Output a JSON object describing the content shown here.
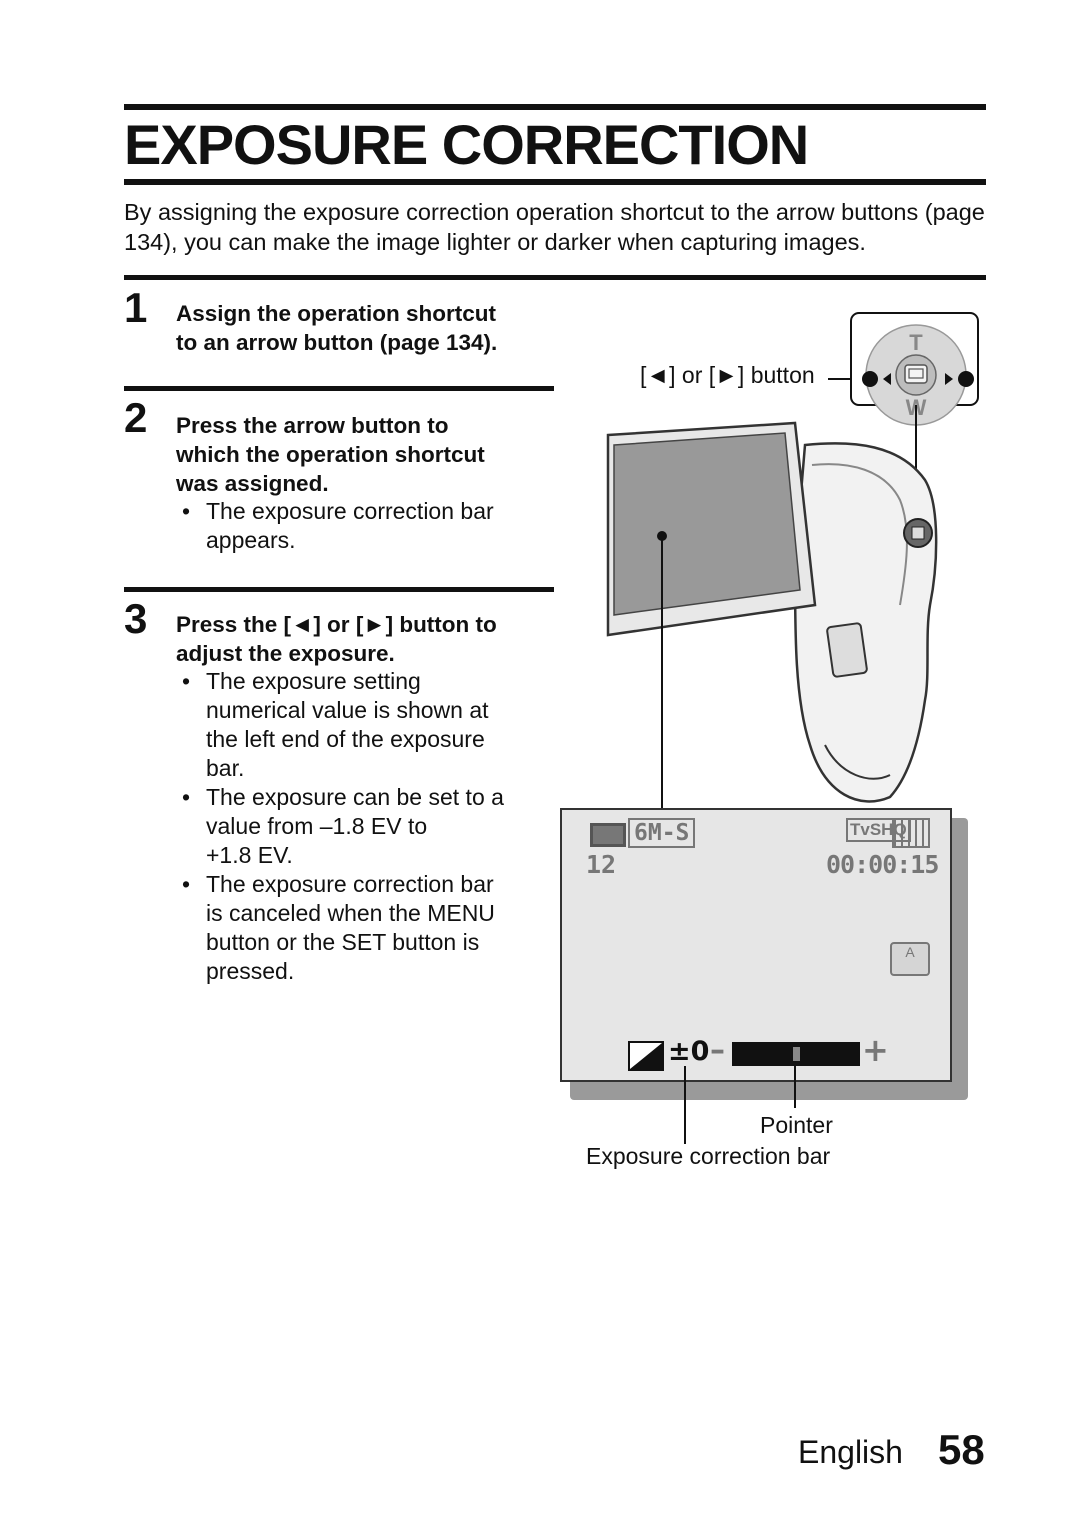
{
  "title": "EXPOSURE CORRECTION",
  "intro": "By assigning the exposure correction operation shortcut to the arrow buttons (page 134), you can make the image lighter or darker when capturing images.",
  "steps": [
    {
      "number": "1",
      "heading_line1": "Assign the operation shortcut",
      "heading_line2": "to an arrow button (page 134).",
      "bullets": []
    },
    {
      "number": "2",
      "heading_line1": "Press the arrow button to",
      "heading_line2": "which the operation shortcut",
      "heading_line3": "was assigned.",
      "bullets": [
        [
          "The exposure correction bar",
          "appears."
        ]
      ]
    },
    {
      "number": "3",
      "heading_line1": "Press the [◄] or [►] button to",
      "heading_line2": "adjust the exposure.",
      "bullets": [
        [
          "The exposure setting",
          "numerical value is shown at",
          "the left end of the exposure",
          "bar."
        ],
        [
          "The exposure can be set to a",
          "value from –1.8 EV to",
          "+1.8 EV."
        ],
        [
          "The exposure correction bar",
          "is canceled when the MENU",
          "button or the SET button is",
          "pressed."
        ]
      ]
    }
  ],
  "bullet_symbol": "•",
  "illustration": {
    "button_label": "[◄] or [►] button",
    "dial_letters": {
      "tele": "T",
      "wide": "W"
    },
    "screen": {
      "shots_remaining": "12",
      "timer": "00:00:15",
      "resolution_badge": "6M-S",
      "quality_badge": "TvSHQ",
      "exposure_value": "±0",
      "minus": "–",
      "plus": "+",
      "pointer_position": 0.5
    },
    "pointer_caption": "Pointer",
    "bar_caption": "Exposure correction bar"
  },
  "footer": {
    "language": "English",
    "page": "58"
  }
}
